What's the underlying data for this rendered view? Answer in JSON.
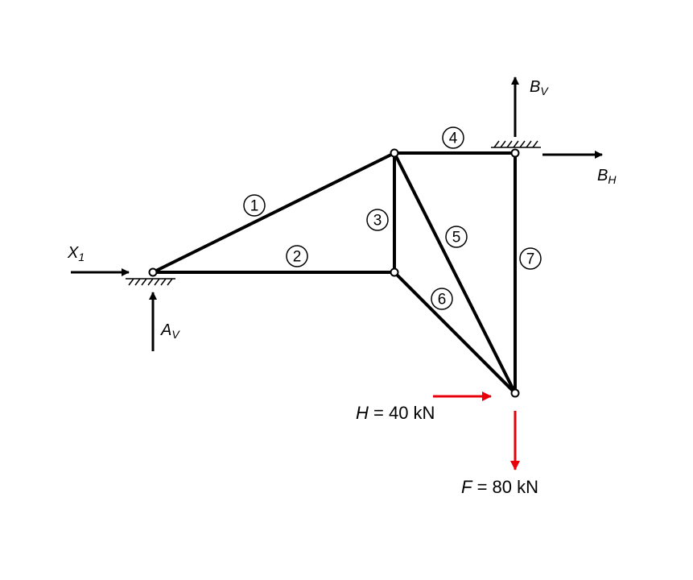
{
  "diagram": {
    "members": [
      {
        "id": "1",
        "label": "1"
      },
      {
        "id": "2",
        "label": "2"
      },
      {
        "id": "3",
        "label": "3"
      },
      {
        "id": "4",
        "label": "4"
      },
      {
        "id": "5",
        "label": "5"
      },
      {
        "id": "6",
        "label": "6"
      },
      {
        "id": "7",
        "label": "7"
      }
    ],
    "reactions": {
      "x1": {
        "symbol": "X",
        "sub": "1"
      },
      "av": {
        "symbol": "A",
        "sub": "V"
      },
      "bv": {
        "symbol": "B",
        "sub": "V"
      },
      "bh": {
        "symbol": "B",
        "sub": "H"
      }
    },
    "loads": {
      "h": {
        "symbol": "H",
        "rest": " = 40 kN",
        "color": "#e8000b"
      },
      "f": {
        "symbol": "F",
        "rest": " = 80 kN",
        "color": "#e8000b"
      }
    },
    "colors": {
      "members": "#000000",
      "loads": "#e8000b"
    }
  }
}
